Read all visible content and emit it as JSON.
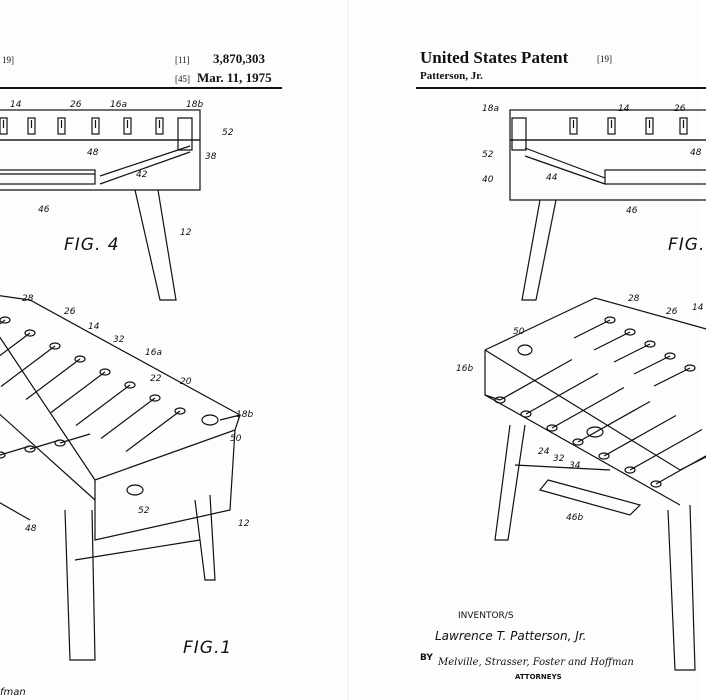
{
  "left_page": {
    "header": {
      "left_tag": "19]",
      "patent_number_tag": "[11]",
      "patent_number": "3,870,303",
      "date_tag": "[45]",
      "date": "Mar. 11, 1975"
    },
    "fig4": {
      "label": "FIG. 4",
      "refs": [
        "14",
        "26",
        "16a",
        "18b",
        "52",
        "48",
        "38",
        "42",
        "46",
        "12"
      ]
    },
    "fig1": {
      "label": "FIG.1",
      "refs": [
        "28",
        "26",
        "14",
        "32",
        "16a",
        "22",
        "20",
        "18b",
        "50",
        "52",
        "48",
        "12"
      ]
    },
    "signature_fragment": "fman"
  },
  "right_page": {
    "header": {
      "title": "United States Patent",
      "title_tag": "[19]",
      "inventor_name": "Patterson, Jr."
    },
    "fig4": {
      "label": "FIG.",
      "refs": [
        "18a",
        "14",
        "26",
        "52",
        "40",
        "44",
        "48",
        "46"
      ]
    },
    "fig1": {
      "refs": [
        "28",
        "26",
        "14",
        "50",
        "16b",
        "24",
        "32",
        "34",
        "46b"
      ]
    },
    "inventor_block": {
      "heading": "INVENTOR/S",
      "inventor": "Lawrence T. Patterson, Jr.",
      "by": "BY",
      "attorneys_signature": "Melville, Strasser, Foster and Hoffman",
      "attorneys_label": "ATTORNEYS"
    }
  }
}
